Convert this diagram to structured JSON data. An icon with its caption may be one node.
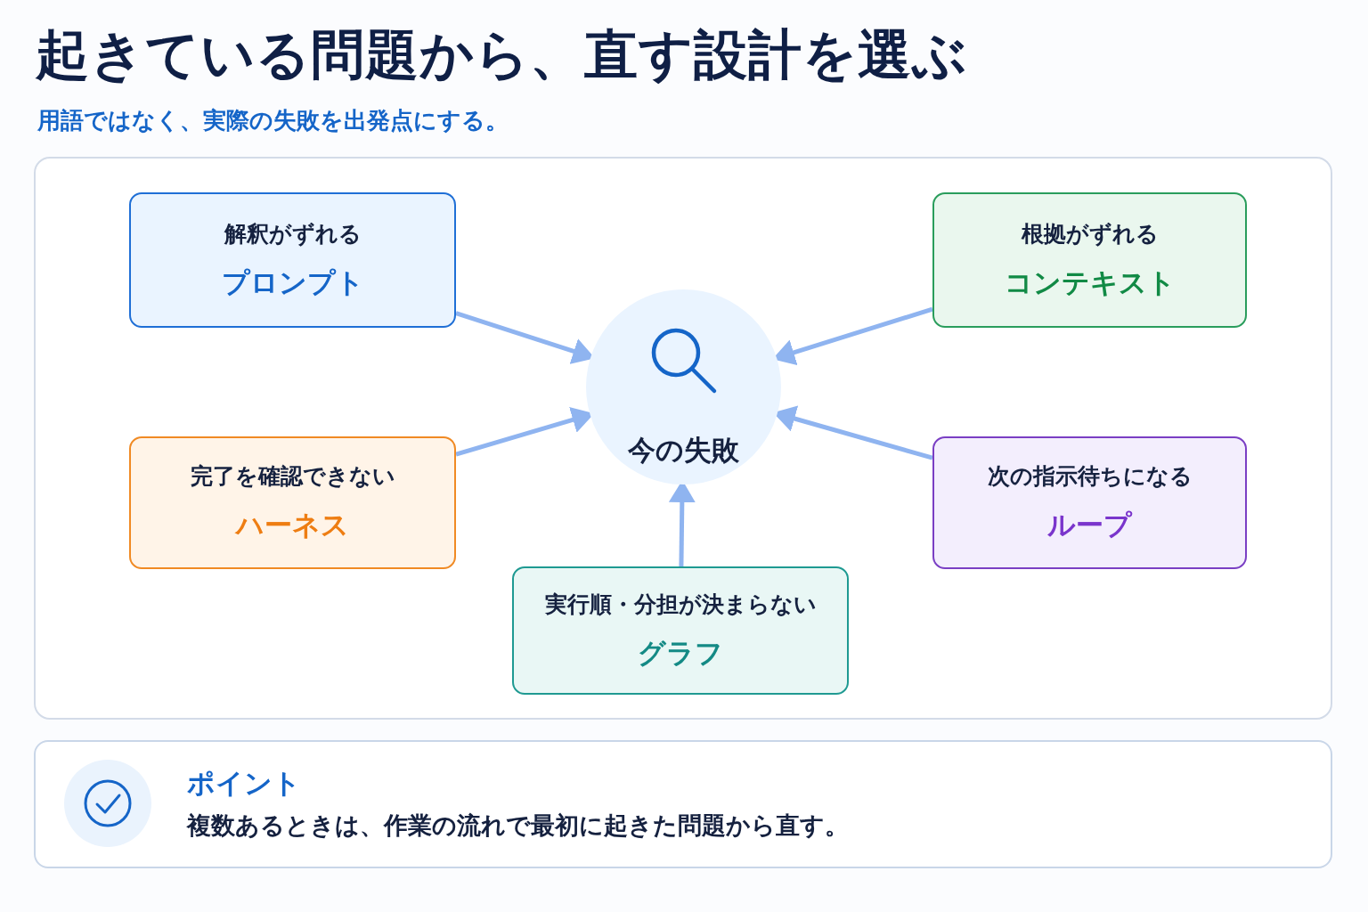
{
  "diagram": {
    "title": "起きている問題から、直す設計を選ぶ",
    "caption": "用語ではなく、実際の失敗を出発点にする。",
    "nodes": [
      {
        "text": [
          "解釈がずれる",
          "プロンプト"
        ]
      },
      {
        "text": [
          "根拠がずれる",
          "コンテキスト"
        ]
      },
      {
        "text": [
          "今の失敗"
        ]
      },
      {
        "text": [
          "完了を確認できない",
          "ハーネス"
        ]
      },
      {
        "text": [
          "次の指示待ちになる",
          "ループ"
        ]
      },
      {
        "text": [
          "実行順・分担が決まらない",
          "グラフ"
        ]
      },
      {
        "text": [
          "ポイント",
          "複数あるときは、作業の流れで最初に起きた問題から直す。"
        ]
      }
    ],
    "edges": [
      {
        "from": 0,
        "to": 2,
        "arrow": "to"
      },
      {
        "from": 1,
        "to": 2,
        "arrow": "to"
      },
      {
        "from": 3,
        "to": 2,
        "arrow": "to"
      },
      {
        "from": 4,
        "to": 2,
        "arrow": "to"
      },
      {
        "from": 5,
        "to": 2,
        "arrow": "to"
      }
    ]
  }
}
